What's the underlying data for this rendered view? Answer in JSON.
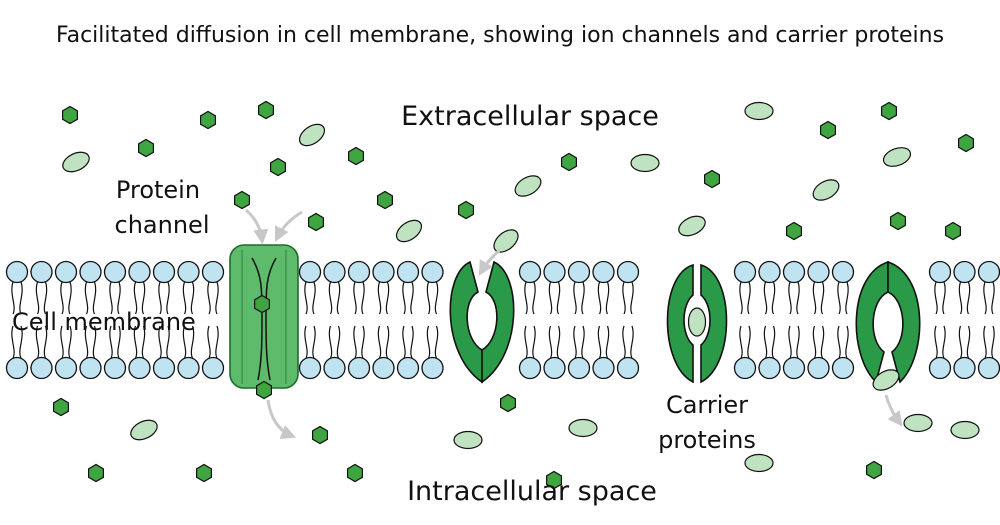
{
  "title": "Facilitated diffusion in cell membrane, showing ion channels and carrier proteins",
  "labels": {
    "extracellular": "Extracellular space",
    "intracellular": "Intracellular space",
    "protein_channel_line1": "Protein",
    "protein_channel_line2": "channel",
    "cell_membrane": "Cell membrane",
    "carrier_proteins_line1": "Carrier",
    "carrier_proteins_line2": "proteins"
  },
  "colors": {
    "lipid_head": "#bfe3f0",
    "outline": "#111111",
    "channel_fill": "#5dbb6b",
    "carrier_fill": "#2a9a48",
    "ion": "#3fa540",
    "molecule": "#bfe2c0",
    "arrow": "#c8c8c8"
  },
  "icons": {
    "ion": "green-hexagon",
    "molecule": "pale-green-ellipse",
    "lipid": "phospholipid-bilayer",
    "channel": "protein-channel",
    "carrier": "carrier-protein"
  }
}
